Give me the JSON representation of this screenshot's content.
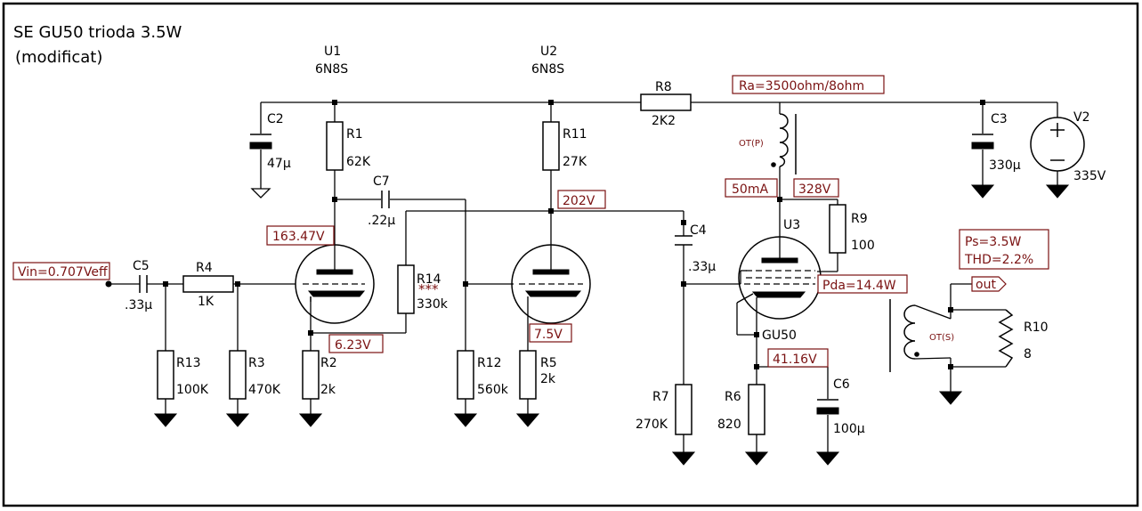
{
  "title": {
    "line1": "SE GU50 trioda 3.5W",
    "line2": "(modificat)"
  },
  "tubes": [
    {
      "ref": "U1",
      "type": "6N8S"
    },
    {
      "ref": "U2",
      "type": "6N8S"
    },
    {
      "ref": "U3",
      "type": "GU50"
    }
  ],
  "resistors": [
    {
      "ref": "R1",
      "value": "62K"
    },
    {
      "ref": "R2",
      "value": "2k"
    },
    {
      "ref": "R3",
      "value": "470K"
    },
    {
      "ref": "R4",
      "value": "1K"
    },
    {
      "ref": "R5",
      "value": "2k"
    },
    {
      "ref": "R6",
      "value": "820"
    },
    {
      "ref": "R7",
      "value": "270K"
    },
    {
      "ref": "R8",
      "value": "2K2"
    },
    {
      "ref": "R9",
      "value": "100"
    },
    {
      "ref": "R10",
      "value": "8"
    },
    {
      "ref": "R11",
      "value": "27K"
    },
    {
      "ref": "R12",
      "value": "560k"
    },
    {
      "ref": "R13",
      "value": "100K"
    },
    {
      "ref": "R14",
      "value": "330k",
      "mark": "***"
    }
  ],
  "capacitors": [
    {
      "ref": "C2",
      "value": "47µ"
    },
    {
      "ref": "C3",
      "value": "330µ"
    },
    {
      "ref": "C4",
      "value": ".33µ"
    },
    {
      "ref": "C5",
      "value": ".33µ"
    },
    {
      "ref": "C6",
      "value": "100µ"
    },
    {
      "ref": "C7",
      "value": ".22µ"
    }
  ],
  "source": {
    "ref": "V2",
    "value": "335V"
  },
  "transformer": {
    "primary": "OT(P)",
    "secondary": "OT(S)"
  },
  "annotations": {
    "vin": "Vin=0.707Veff",
    "ra": "Ra=3500ohm/8ohm",
    "v1": "163.47V",
    "v2": "202V",
    "vk1": "6.23V",
    "vk2": "7.5V",
    "ia": "50mA",
    "va": "328V",
    "pda": "Pda=14.4W",
    "vk3": "41.16V",
    "ps": "Ps=3.5W",
    "thd": "THD=2.2%",
    "out": "out"
  }
}
